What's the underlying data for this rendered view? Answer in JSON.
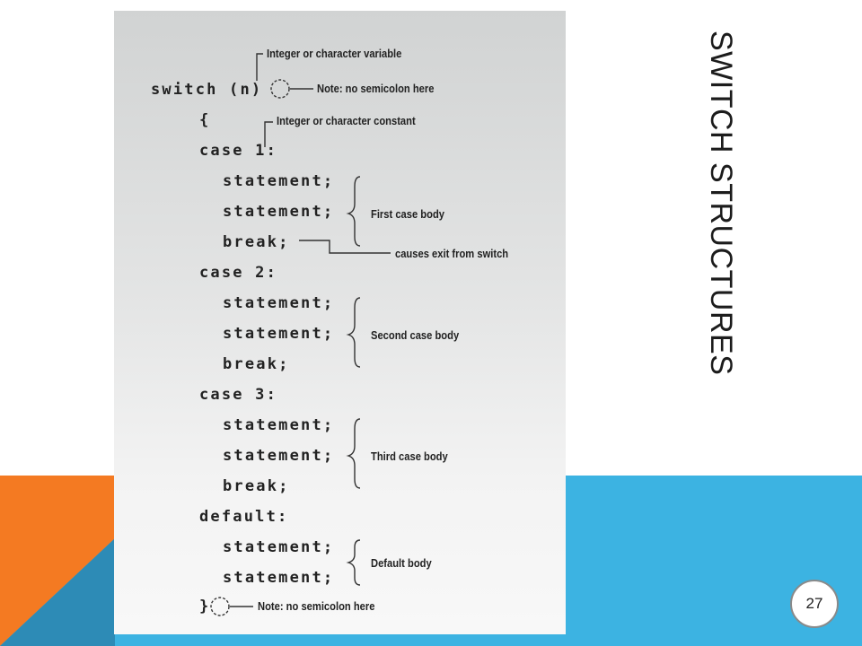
{
  "slide": {
    "title": "SWITCH STRUCTURES",
    "page_number": "27"
  },
  "colors": {
    "orange": "#f47a22",
    "blue": "#3cb3e2",
    "dark_blue": "#2d8bb6"
  },
  "figure": {
    "code_lines": [
      "switch (n)",
      "{",
      "case 1:",
      "statement;",
      "statement;",
      "break;",
      "case 2:",
      "statement;",
      "statement;",
      "break;",
      "case 3:",
      "statement;",
      "statement;",
      "break;",
      "default:",
      "statement;",
      "statement;",
      "}"
    ],
    "annotations": {
      "int_char_variable": "Integer or character variable",
      "no_semicolon_top": "Note: no semicolon here",
      "int_char_constant": "Integer or character constant",
      "first_case_body": "First case body",
      "causes_exit": "causes exit from switch",
      "second_case_body": "Second case body",
      "third_case_body": "Third case body",
      "default_body": "Default body",
      "no_semicolon_bottom": "Note: no semicolon here"
    }
  }
}
